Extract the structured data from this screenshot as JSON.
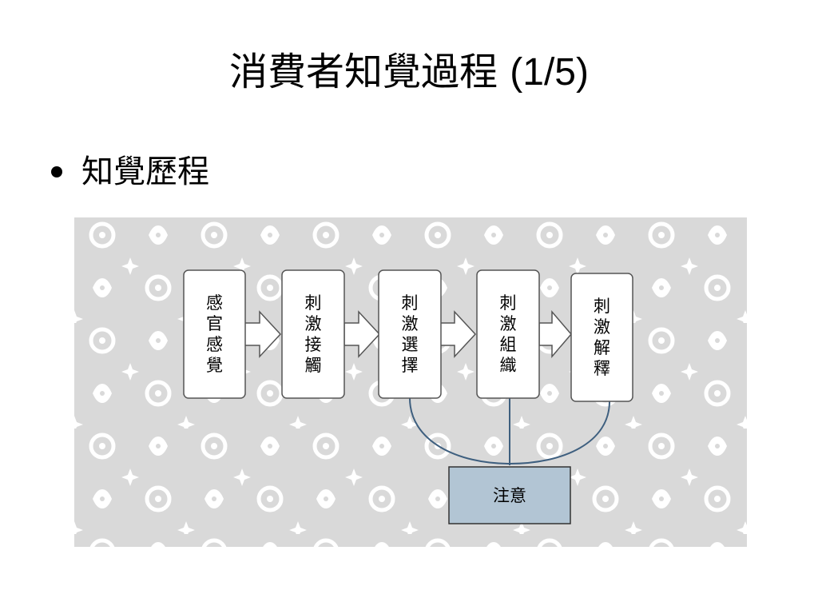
{
  "slide": {
    "title": "消費者知覺過程",
    "title_suffix": "(1/5)"
  },
  "bullets": [
    {
      "text": "知覺歷程"
    }
  ],
  "diagram": {
    "steps": [
      {
        "label": "感官感覺"
      },
      {
        "label": "刺激接觸"
      },
      {
        "label": "刺激選擇"
      },
      {
        "label": "刺激組織"
      },
      {
        "label": "刺激解釋"
      }
    ],
    "attention": {
      "label": "注意"
    },
    "colors": {
      "background": "#d9d9d9",
      "pattern": "#ffffff",
      "box_fill": "#ffffff",
      "box_stroke": "#555555",
      "attention_fill": "#b2c5d4",
      "connector": "#3e5f7f"
    }
  }
}
